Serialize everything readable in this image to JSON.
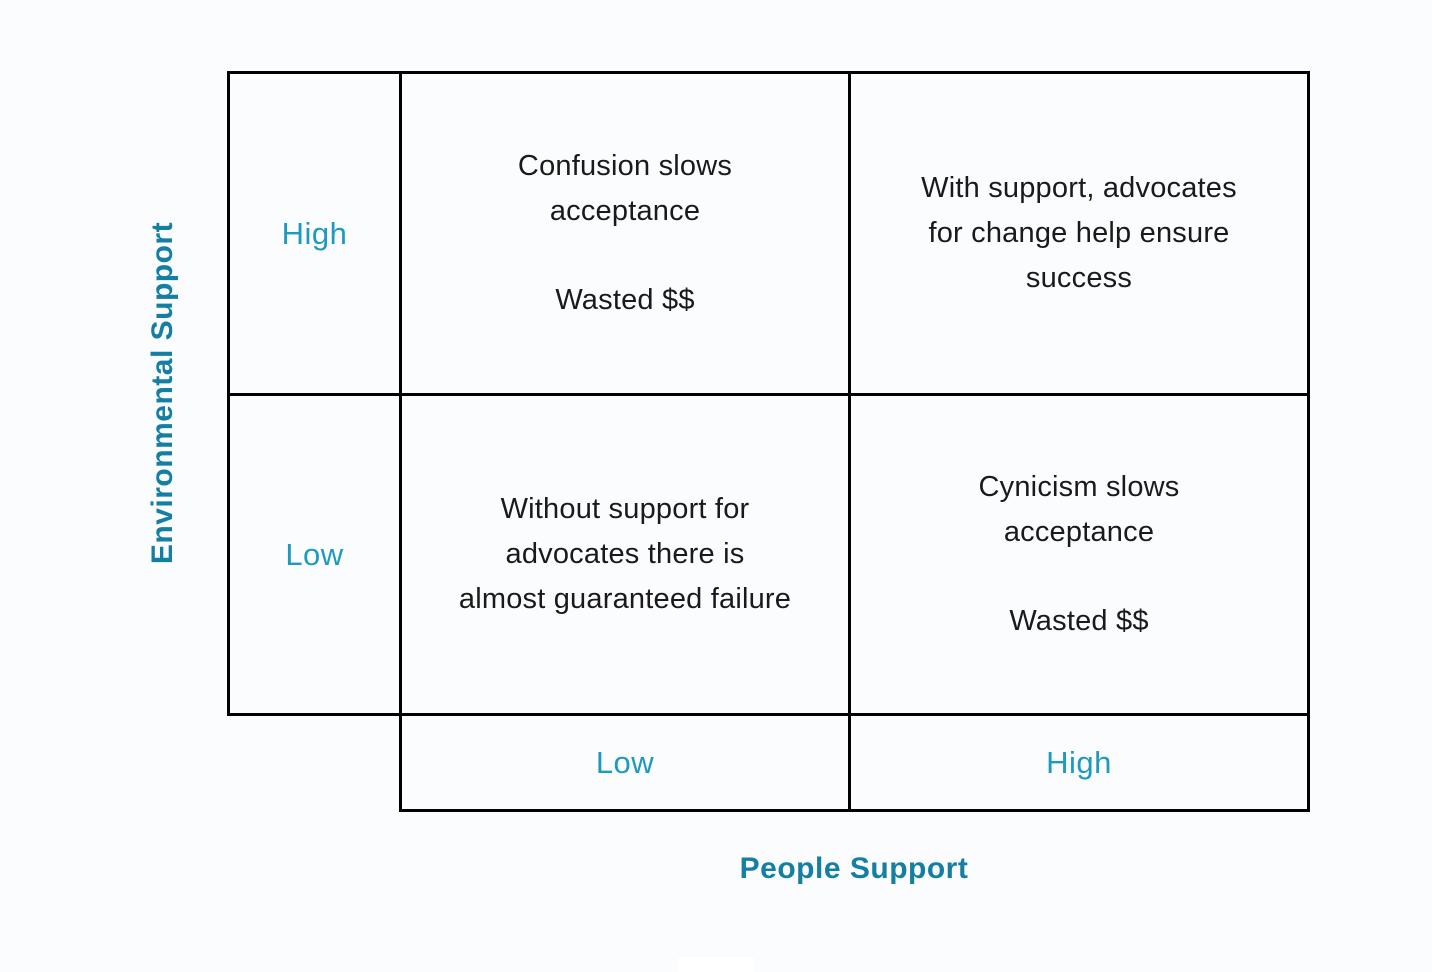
{
  "page": {
    "background": "#fbfcfe"
  },
  "colors": {
    "label_teal": "#1e9abf",
    "title_teal": "#147ea3",
    "quadrant_text": "#1a1a1a",
    "grid_line": "#000000"
  },
  "y_axis": {
    "title": "Environmental Support",
    "row_labels": [
      "High",
      "Low"
    ]
  },
  "x_axis": {
    "title": "People Support",
    "col_labels": [
      "Low",
      "High"
    ]
  },
  "quadrants": {
    "top_left": {
      "paragraphs": [
        "Confusion slows\nacceptance",
        "Wasted $$"
      ]
    },
    "top_right": {
      "paragraphs": [
        "With support, advocates\nfor change help ensure\nsuccess"
      ]
    },
    "bottom_left": {
      "paragraphs": [
        "Without support for\nadvocates there is\nalmost guaranteed failure"
      ]
    },
    "bottom_right": {
      "paragraphs": [
        "Cynicism slows\nacceptance",
        "Wasted $$"
      ]
    }
  }
}
